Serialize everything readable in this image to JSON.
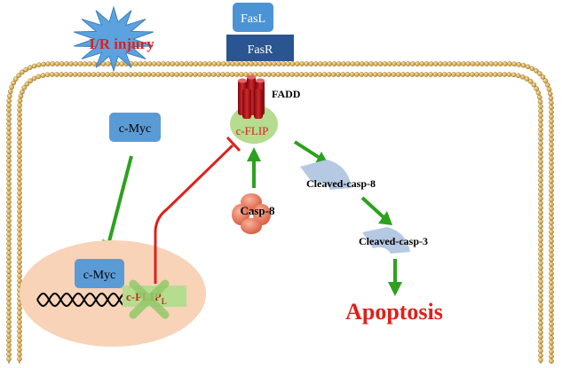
{
  "labels": {
    "injury": "I/R injury",
    "fasl": "FasL",
    "fasr": "FasR",
    "fadd": "FADD",
    "cflip": "c-FLIP",
    "cmyc_top": "c-Myc",
    "cmyc_nucleus": "c-Myc",
    "cflip_gene_main": "c-FLIP",
    "cflip_gene_sub": "L",
    "casp8": "Casp-8",
    "cleaved_casp8": "Cleaved-casp-8",
    "cleaved_casp3": "Cleaved-casp-3",
    "apoptosis": "Apoptosis"
  },
  "colors": {
    "membrane_head": "#d9a441",
    "membrane_outline": "#8a6a2a",
    "starburst": "#5aa3e0",
    "injury_text": "#e0201a",
    "fasl_box": "#4c93d6",
    "fasr_box": "#2b5590",
    "fadd_red": "#b8141a",
    "cflip_blob": "#b5dc8f",
    "cflip_text": "#e0201a",
    "cmyc_box": "#5b9bd5",
    "nucleus_fill": "#f8d3b8",
    "arrow_green": "#2da11e",
    "inhibit_red": "#e0201a",
    "casp8_fill": "#e97b5c",
    "cleaved_fill": "#b5c9e3",
    "apoptosis_text": "#e0201a",
    "x_mark": "#94c96a"
  }
}
